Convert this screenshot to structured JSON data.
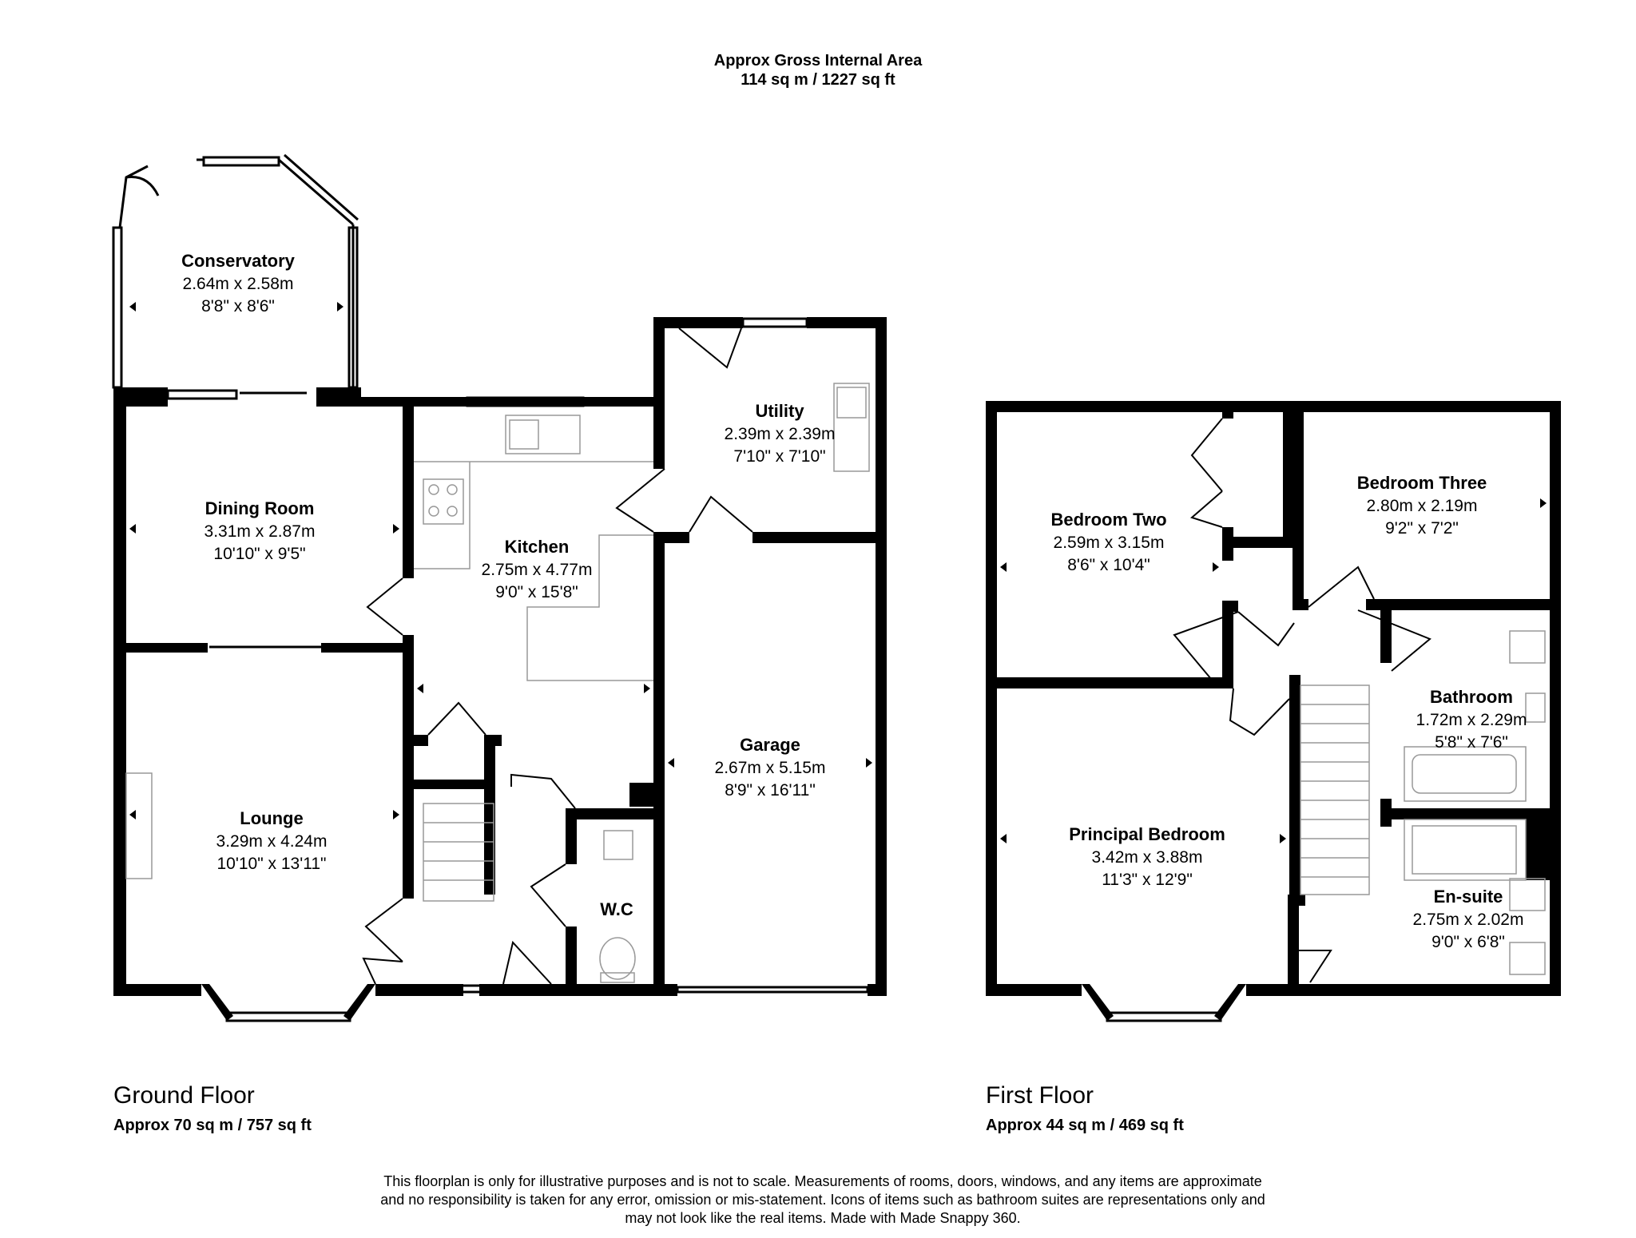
{
  "header": {
    "title": "Approx Gross Internal Area",
    "area": "114 sq m / 1227 sq ft"
  },
  "ground_floor": {
    "title": "Ground Floor",
    "area": "Approx 70 sq m / 757 sq ft",
    "rooms": {
      "conservatory": {
        "name": "Conservatory",
        "metric": "2.64m x 2.58m",
        "imperial": "8'8\" x 8'6\""
      },
      "dining_room": {
        "name": "Dining Room",
        "metric": "3.31m x 2.87m",
        "imperial": "10'10\" x 9'5\""
      },
      "kitchen": {
        "name": "Kitchen",
        "metric": "2.75m x 4.77m",
        "imperial": "9'0\" x 15'8\""
      },
      "utility": {
        "name": "Utility",
        "metric": "2.39m x 2.39m",
        "imperial": "7'10\" x 7'10\""
      },
      "lounge": {
        "name": "Lounge",
        "metric": "3.29m x 4.24m",
        "imperial": "10'10\" x 13'11\""
      },
      "garage": {
        "name": "Garage",
        "metric": "2.67m x 5.15m",
        "imperial": "8'9\" x 16'11\""
      },
      "wc": {
        "name": "W.C"
      }
    }
  },
  "first_floor": {
    "title": "First Floor",
    "area": "Approx 44 sq m / 469 sq ft",
    "rooms": {
      "bedroom_two": {
        "name": "Bedroom Two",
        "metric": "2.59m x 3.15m",
        "imperial": "8'6\" x 10'4\""
      },
      "bedroom_three": {
        "name": "Bedroom Three",
        "metric": "2.80m x 2.19m",
        "imperial": "9'2\" x 7'2\""
      },
      "bathroom": {
        "name": "Bathroom",
        "metric": "1.72m x 2.29m",
        "imperial": "5'8\" x 7'6\""
      },
      "principal_bedroom": {
        "name": "Principal Bedroom",
        "metric": "3.42m x 3.88m",
        "imperial": "11'3\" x 12'9\""
      },
      "en_suite": {
        "name": "En-suite",
        "metric": "2.75m x 2.02m",
        "imperial": "9'0\" x 6'8\""
      }
    }
  },
  "disclaimer": {
    "line1": "This floorplan is only for illustrative purposes and is not to scale. Measurements of rooms, doors, windows, and any items are approximate",
    "line2": "and no responsibility is taken for any error, omission or mis-statement. Icons of items such as bathroom suites are representations only and",
    "line3": "may not look like the real items. Made with Made Snappy 360."
  }
}
